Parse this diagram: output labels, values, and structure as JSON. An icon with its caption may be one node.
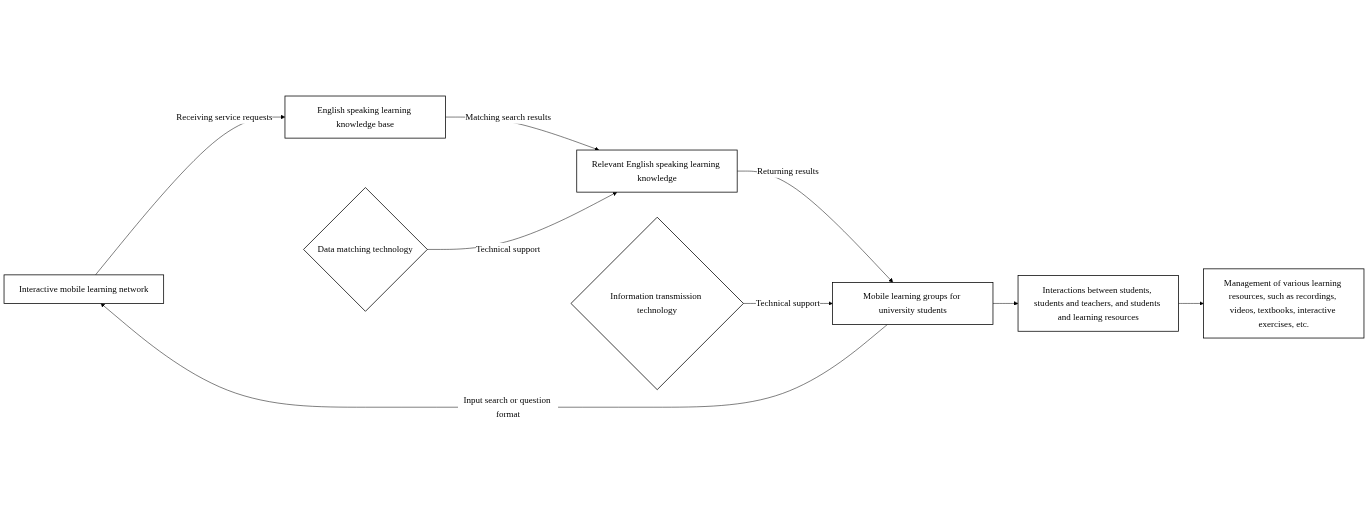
{
  "diagram": {
    "nodes": [
      {
        "text": [
          "Interactive mobile learning network"
        ]
      },
      {
        "text": [
          "English speaking learning knowledge base"
        ]
      },
      {
        "text": [
          "Data matching technology"
        ]
      },
      {
        "text": [
          "Relevant English speaking learning knowledge"
        ]
      },
      {
        "text": [
          "Mobile learning groups for university students"
        ]
      },
      {
        "text": [
          "Information transmission technology"
        ]
      },
      {
        "text": [
          "Interactions between students, students and teachers, and students and learning resources"
        ]
      },
      {
        "text": [
          "Management of various learning resources, such as recordings, videos, textbooks, interactive exercises, etc."
        ]
      }
    ],
    "edges": [
      {
        "from": 0,
        "to": 1,
        "arrow": "to",
        "label": "Receiving service requests"
      },
      {
        "from": 1,
        "to": 3,
        "arrow": "to",
        "label": "Matching search results"
      },
      {
        "from": 2,
        "to": 3,
        "arrow": "to",
        "label": "Technical support"
      },
      {
        "from": 4,
        "to": 0,
        "arrow": "to",
        "label": "Input search or question format"
      },
      {
        "from": 3,
        "to": 4,
        "arrow": "to",
        "label": "Returning results"
      },
      {
        "from": 5,
        "to": 4,
        "arrow": "to",
        "label": "Technical support"
      },
      {
        "from": 4,
        "to": 6,
        "arrow": "to"
      },
      {
        "from": 6,
        "to": 7,
        "arrow": "to"
      }
    ]
  }
}
